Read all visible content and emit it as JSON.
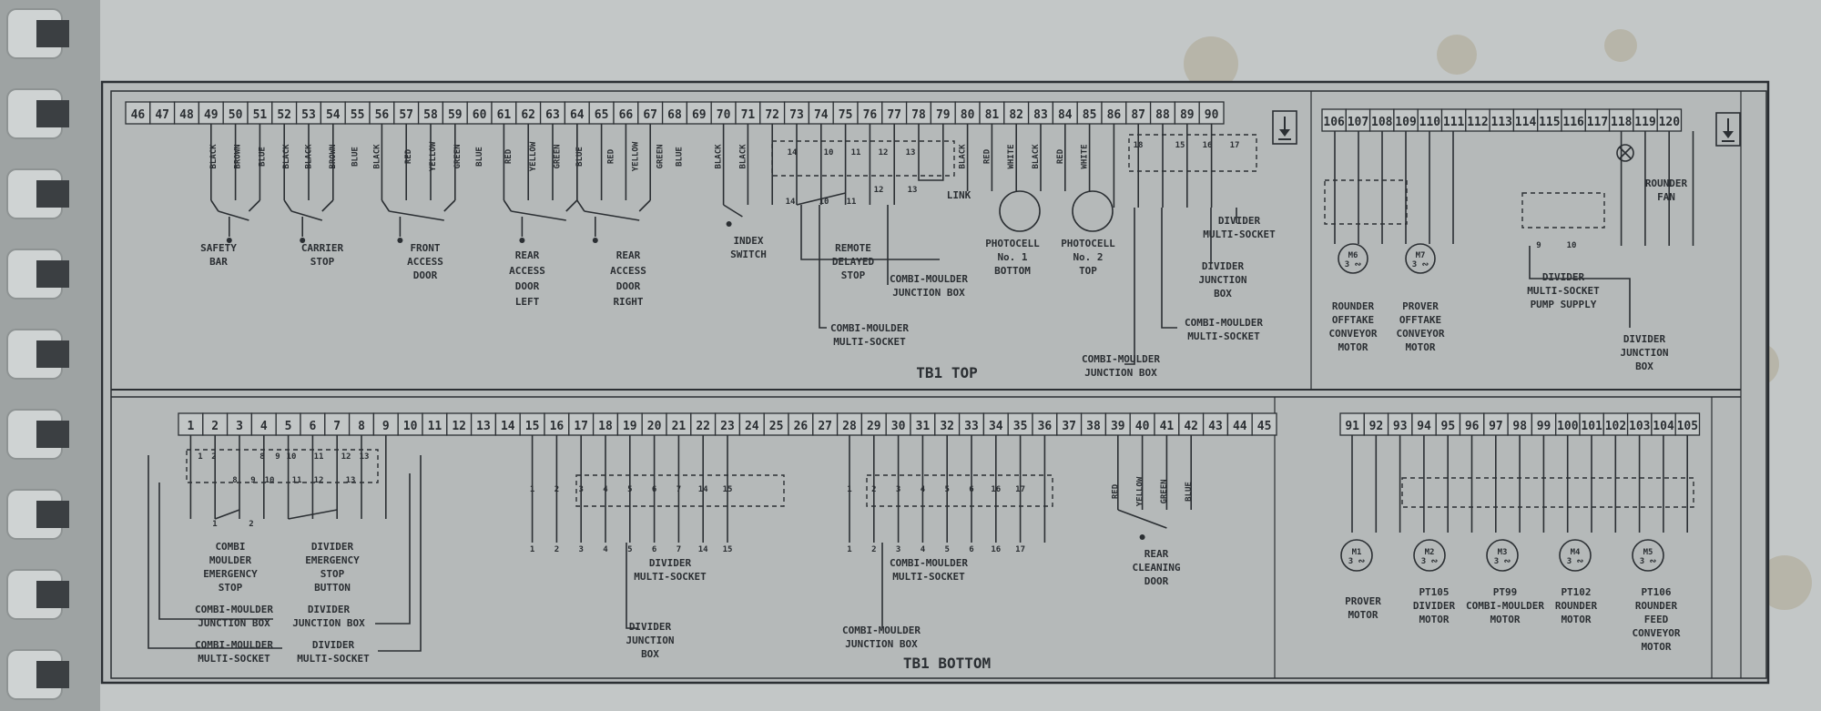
{
  "colors": {
    "enclosure": "#c3c7c7",
    "panel": "#b5b9b9",
    "line": "#2b2f33",
    "trunking": "#cfd3d3"
  },
  "top_terminals_left": [
    "46",
    "47",
    "48",
    "49",
    "50",
    "51",
    "52",
    "53",
    "54",
    "55",
    "56",
    "57",
    "58",
    "59",
    "60",
    "61",
    "62",
    "63",
    "64",
    "65",
    "66",
    "67",
    "68",
    "69",
    "70",
    "71",
    "72",
    "73",
    "74",
    "75",
    "76",
    "77",
    "78",
    "79",
    "80",
    "81",
    "82",
    "83",
    "84",
    "85",
    "86",
    "87",
    "88",
    "89",
    "90"
  ],
  "top_terminals_right": [
    "106",
    "107",
    "108",
    "109",
    "110",
    "111",
    "112",
    "113",
    "114",
    "115",
    "116",
    "117",
    "118",
    "119",
    "120"
  ],
  "bottom_terminals_left": [
    "1",
    "2",
    "3",
    "4",
    "5",
    "6",
    "7",
    "8",
    "9",
    "10",
    "11",
    "12",
    "13",
    "14",
    "15",
    "16",
    "17",
    "18",
    "19",
    "20",
    "21",
    "22",
    "23",
    "24",
    "25",
    "26",
    "27",
    "28",
    "29",
    "30",
    "31",
    "32",
    "33",
    "34",
    "35",
    "36",
    "37",
    "38",
    "39",
    "40",
    "41",
    "42",
    "43",
    "44",
    "45"
  ],
  "bottom_terminals_right": [
    "91",
    "92",
    "93",
    "94",
    "95",
    "96",
    "97",
    "98",
    "99",
    "100",
    "101",
    "102",
    "103",
    "104",
    "105"
  ],
  "section_titles": {
    "top": "TB1 TOP",
    "bottom": "TB1 BOTTOM"
  },
  "earth_symbol": "earth-arrow-icon",
  "wire_colors": {
    "black": "BLACK",
    "brown": "BROWN",
    "blue": "BLUE",
    "red": "RED",
    "yellow": "YELLOW",
    "green": "GREEN",
    "white": "WHITE",
    "link": "LINK"
  },
  "top_labels": [
    {
      "id": "safety-bar",
      "lines": [
        "SAFETY",
        "BAR"
      ]
    },
    {
      "id": "carrier-stop",
      "lines": [
        "CARRIER",
        "STOP"
      ]
    },
    {
      "id": "front-access-door",
      "lines": [
        "FRONT",
        "ACCESS",
        "DOOR"
      ]
    },
    {
      "id": "rear-access-door-left",
      "lines": [
        "REAR",
        "ACCESS",
        "DOOR",
        "LEFT"
      ]
    },
    {
      "id": "rear-access-door-right",
      "lines": [
        "REAR",
        "ACCESS",
        "DOOR",
        "RIGHT"
      ]
    },
    {
      "id": "index-switch",
      "lines": [
        "INDEX",
        "SWITCH"
      ]
    },
    {
      "id": "remote-delayed-stop",
      "lines": [
        "REMOTE",
        "DELAYED",
        "STOP"
      ]
    },
    {
      "id": "combi-moulder-junction-box-a",
      "lines": [
        "COMBI-MOULDER",
        "JUNCTION BOX"
      ]
    },
    {
      "id": "combi-moulder-multi-socket-a",
      "lines": [
        "COMBI-MOULDER",
        "MULTI-SOCKET"
      ]
    },
    {
      "id": "photocell-1",
      "lines": [
        "PHOTOCELL",
        "No. 1",
        "BOTTOM"
      ]
    },
    {
      "id": "photocell-2",
      "lines": [
        "PHOTOCELL",
        "No. 2",
        "TOP"
      ]
    },
    {
      "id": "combi-moulder-junction-box-b",
      "lines": [
        "COMBI-MOULDER",
        "JUNCTION BOX"
      ]
    },
    {
      "id": "combi-moulder-multi-socket-b",
      "lines": [
        "COMBI-MOULDER",
        "MULTI-SOCKET"
      ]
    },
    {
      "id": "divider-junction-box-a",
      "lines": [
        "DIVIDER",
        "JUNCTION",
        "BOX"
      ]
    },
    {
      "id": "divider-multi-socket-a",
      "lines": [
        "DIVIDER",
        "MULTI-SOCKET"
      ]
    },
    {
      "id": "rounder-offtake-motor",
      "lines": [
        "ROUNDER",
        "OFFTAKE",
        "CONVEYOR",
        "MOTOR"
      ]
    },
    {
      "id": "prover-offtake-motor",
      "lines": [
        "PROVER",
        "OFFTAKE",
        "CONVEYOR",
        "MOTOR"
      ]
    },
    {
      "id": "divider-multi-socket-pump",
      "lines": [
        "DIVIDER",
        "MULTI-SOCKET",
        "PUMP SUPPLY"
      ]
    },
    {
      "id": "divider-junction-box-b",
      "lines": [
        "DIVIDER",
        "JUNCTION",
        "BOX"
      ]
    },
    {
      "id": "rounder-fan",
      "lines": [
        "ROUNDER",
        "FAN"
      ]
    }
  ],
  "bottom_labels": [
    {
      "id": "combi-moulder-emergency-stop",
      "lines": [
        "COMBI",
        "MOULDER",
        "EMERGENCY",
        "STOP"
      ]
    },
    {
      "id": "divider-emergency-stop",
      "lines": [
        "DIVIDER",
        "EMERGENCY",
        "STOP",
        "BUTTON"
      ]
    },
    {
      "id": "combi-moulder-junction-box-c",
      "lines": [
        "COMBI-MOULDER",
        "JUNCTION BOX"
      ]
    },
    {
      "id": "divider-junction-box-c",
      "lines": [
        "DIVIDER",
        "JUNCTION BOX"
      ]
    },
    {
      "id": "combi-moulder-multi-socket-c",
      "lines": [
        "COMBI-MOULDER",
        "MULTI-SOCKET"
      ]
    },
    {
      "id": "divider-multi-socket-c",
      "lines": [
        "DIVIDER",
        "MULTI-SOCKET"
      ]
    },
    {
      "id": "divider-multi-socket-d",
      "lines": [
        "DIVIDER",
        "MULTI-SOCKET"
      ]
    },
    {
      "id": "divider-junction-box-d",
      "lines": [
        "DIVIDER",
        "JUNCTION",
        "BOX"
      ]
    },
    {
      "id": "combi-moulder-multi-socket-d",
      "lines": [
        "COMBI-MOULDER",
        "MULTI-SOCKET"
      ]
    },
    {
      "id": "combi-moulder-junction-box-d",
      "lines": [
        "COMBI-MOULDER",
        "JUNCTION BOX"
      ]
    },
    {
      "id": "rear-cleaning-door",
      "lines": [
        "REAR",
        "CLEANING",
        "DOOR"
      ]
    },
    {
      "id": "prover-motor",
      "lines": [
        "PROVER",
        "MOTOR"
      ]
    },
    {
      "id": "divider-motor",
      "lines": [
        "PT105",
        "DIVIDER",
        "MOTOR"
      ]
    },
    {
      "id": "combi-moulder-motor",
      "lines": [
        "PT99",
        "COMBI-MOULDER",
        "MOTOR"
      ]
    },
    {
      "id": "rounder-motor",
      "lines": [
        "PT102",
        "ROUNDER",
        "MOTOR"
      ]
    },
    {
      "id": "rounder-feed-motor",
      "lines": [
        "PT106",
        "ROUNDER",
        "FEED",
        "CONVEYOR",
        "MOTOR"
      ]
    }
  ],
  "motors": [
    {
      "id": "m6",
      "name": "M6",
      "rating": "3 ∾"
    },
    {
      "id": "m7",
      "name": "M7",
      "rating": "3 ∾"
    },
    {
      "id": "m1",
      "name": "M1",
      "rating": "3 ∾"
    },
    {
      "id": "m2",
      "name": "M2",
      "rating": "3 ∾"
    },
    {
      "id": "m3",
      "name": "M3",
      "rating": "3 ∾"
    },
    {
      "id": "m4",
      "name": "M4",
      "rating": "3 ∾"
    },
    {
      "id": "m5",
      "name": "M5",
      "rating": "3 ∾"
    }
  ],
  "socket_pins": {
    "remote": [
      "14",
      "10",
      "11",
      "12",
      "13"
    ],
    "remote_bottom": [
      "14",
      "10",
      "11",
      "12",
      "13"
    ],
    "divider_top": [
      "18",
      "15",
      "16",
      "17"
    ],
    "pump": [
      "9",
      "10"
    ],
    "estop_top": [
      "1",
      "2",
      "8",
      "9",
      "10",
      "11",
      "12",
      "13"
    ],
    "estop_bottom": [
      "8",
      "9",
      "10",
      "11",
      "12",
      "13"
    ],
    "estop_base": [
      "1",
      "2"
    ],
    "divider_socket": [
      "1",
      "2",
      "3",
      "4",
      "5",
      "6",
      "7",
      "14",
      "15"
    ],
    "combi_socket": [
      "1",
      "2",
      "3",
      "4",
      "5",
      "6",
      "16",
      "17"
    ]
  }
}
